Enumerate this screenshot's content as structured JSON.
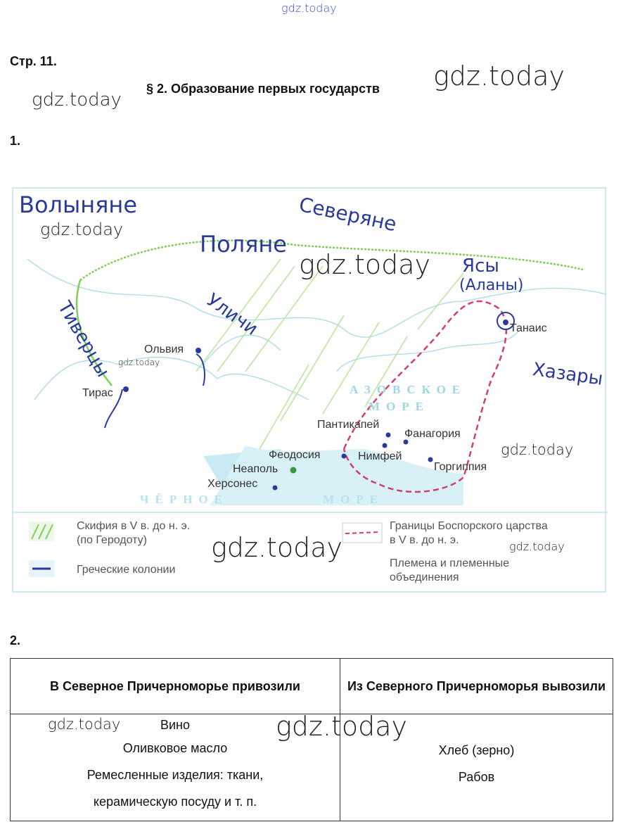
{
  "watermarks": {
    "top": "gdz.today",
    "w1": "gdz.today",
    "w2": "gdz.today",
    "w3": "gdz.today",
    "w4": "gdz.today",
    "w5": "gdz.today",
    "w6": "gdz.today",
    "w7": "gdz.today",
    "w8": "gdz.today",
    "w9": "gdz.today",
    "w10": "gdz.today"
  },
  "page_label": "Стр. 11.",
  "section_title": "§ 2. Образование первых государств",
  "task1_label": "1.",
  "task2_label": "2.",
  "map": {
    "cities": {
      "olvia": "Ольвия",
      "tiras": "Тирас",
      "tanais": "Танаис",
      "pantikapei": "Пантикапей",
      "fanagoria": "Фанагория",
      "feodosia": "Феодосия",
      "nimfei": "Нимфей",
      "neapol": "Неаполь",
      "gorgippia": "Горгиппия",
      "hersones": "Херсонес"
    },
    "tribes": {
      "volynyane": "Волыняне",
      "severyane": "Северяне",
      "polyane": "Поляне",
      "ulichi": "Уличи",
      "tivertsy": "Тиверцы",
      "yasy": "Ясы",
      "alany": "(Аланы)",
      "khazary": "Хазары"
    },
    "seas": {
      "azov1": "АЗОВСКОЕ",
      "azov2": "МОРЕ",
      "black1": "ЧЁРНОЕ",
      "black2": "МОРЕ"
    },
    "legend": {
      "scythia": "Скифия в V в. до н. э.",
      "scythia2": "(по Геродоту)",
      "colonies": "Греческие колонии",
      "bosporus": "Границы Боспорского царства",
      "bosporus2": "в V в. до н. э.",
      "tribes": "Племена и племенные",
      "tribes2": "объединения"
    },
    "colors": {
      "green": "#7fcf5a",
      "blue": "#2a3a9a",
      "red": "#d0406a",
      "water": "#9fd6e6"
    }
  },
  "table": {
    "headers": [
      "В Северное Причерноморье привозили",
      "Из Северного Причерноморья вывозили"
    ],
    "imports": [
      "Вино",
      "Оливковое масло",
      "Ремесленные изделия: ткани,",
      "керамическую посуду и т. п."
    ],
    "exports": [
      "Хлеб (зерно)",
      "Рабов"
    ]
  }
}
